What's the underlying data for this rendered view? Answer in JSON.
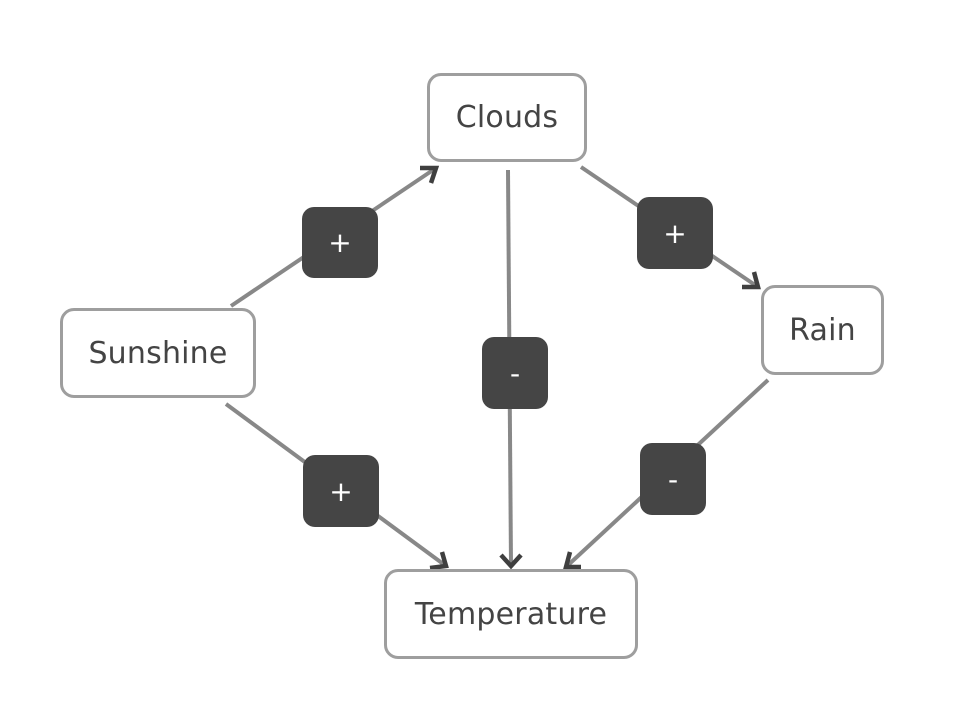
{
  "diagram": {
    "title": "Causal loop diagram",
    "colors": {
      "node_border": "#9e9e9e",
      "node_text": "#444444",
      "edge_line": "#888888",
      "arrow_head": "#3f3f3f",
      "badge_fill": "#454545",
      "badge_text": "#ffffff"
    },
    "nodes": [
      {
        "id": "clouds",
        "label": "Clouds"
      },
      {
        "id": "sunshine",
        "label": "Sunshine"
      },
      {
        "id": "rain",
        "label": "Rain"
      },
      {
        "id": "temperature",
        "label": "Temperature"
      }
    ],
    "edges": [
      {
        "id": "sunshine-clouds",
        "from": "Sunshine",
        "to": "Clouds",
        "polarity": "+"
      },
      {
        "id": "clouds-rain",
        "from": "Clouds",
        "to": "Rain",
        "polarity": "+"
      },
      {
        "id": "clouds-temperature",
        "from": "Clouds",
        "to": "Temperature",
        "polarity": "-"
      },
      {
        "id": "sunshine-temperature",
        "from": "Sunshine",
        "to": "Temperature",
        "polarity": "+"
      },
      {
        "id": "rain-temperature",
        "from": "Rain",
        "to": "Temperature",
        "polarity": "-"
      }
    ]
  }
}
